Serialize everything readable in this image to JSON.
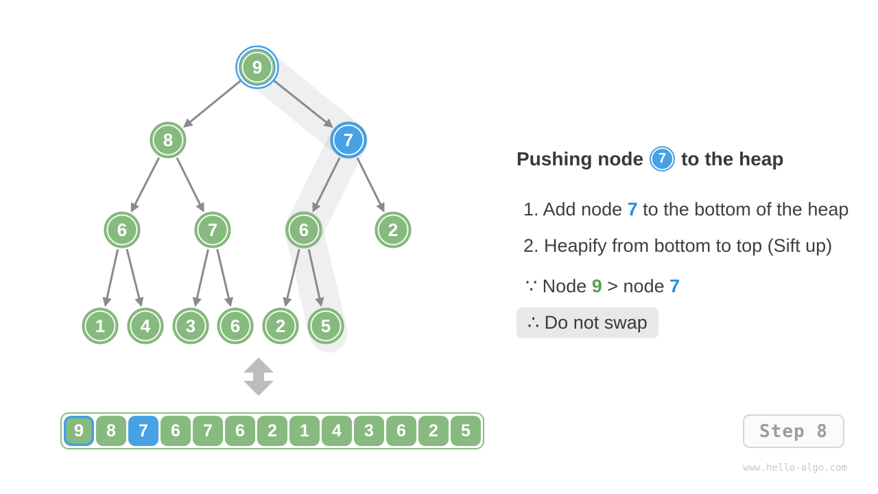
{
  "panel": {
    "title": {
      "prefix": "Pushing node",
      "badge": "7",
      "suffix": "to the heap"
    },
    "steps": [
      {
        "prefix": "1. Add node ",
        "highlight": "7",
        "suffix": " to the bottom of the heap"
      },
      {
        "prefix": "2. Heapify from bottom to top (Sift up)",
        "highlight": "",
        "suffix": ""
      }
    ],
    "reason": {
      "prefix": "∵ Node ",
      "green": "9",
      "middle": " > node ",
      "blue": "7"
    },
    "conclusion": "∴ Do not swap"
  },
  "tree": {
    "nodes": [
      {
        "value": "9",
        "style": "root-highlighted"
      },
      {
        "value": "8",
        "style": "green"
      },
      {
        "value": "7",
        "style": "blue"
      },
      {
        "value": "6",
        "style": "green"
      },
      {
        "value": "7",
        "style": "green"
      },
      {
        "value": "6",
        "style": "green"
      },
      {
        "value": "2",
        "style": "green"
      },
      {
        "value": "1",
        "style": "green"
      },
      {
        "value": "4",
        "style": "green"
      },
      {
        "value": "3",
        "style": "green"
      },
      {
        "value": "6",
        "style": "green"
      },
      {
        "value": "2",
        "style": "green"
      },
      {
        "value": "5",
        "style": "green"
      }
    ],
    "sift_path": [
      "9",
      "7",
      "6",
      "5"
    ]
  },
  "array": {
    "cells": [
      {
        "value": "9",
        "style": "green blue-border"
      },
      {
        "value": "8",
        "style": "green"
      },
      {
        "value": "7",
        "style": "blue-fill"
      },
      {
        "value": "6",
        "style": "green"
      },
      {
        "value": "7",
        "style": "green"
      },
      {
        "value": "6",
        "style": "green"
      },
      {
        "value": "2",
        "style": "green"
      },
      {
        "value": "1",
        "style": "green"
      },
      {
        "value": "4",
        "style": "green"
      },
      {
        "value": "3",
        "style": "green"
      },
      {
        "value": "6",
        "style": "green"
      },
      {
        "value": "2",
        "style": "green"
      },
      {
        "value": "5",
        "style": "green"
      }
    ]
  },
  "footer": {
    "step_label": "Step 8",
    "watermark": "www.hello-algo.com"
  },
  "colors": {
    "node_green": "#87ba7e",
    "node_blue": "#47a1e4",
    "edge_gray": "#8a8a8a",
    "band_gray": "#ececec",
    "text_green": "#54a158",
    "text_blue": "#2090dc",
    "conclusion_bg": "#e8e8e8"
  }
}
